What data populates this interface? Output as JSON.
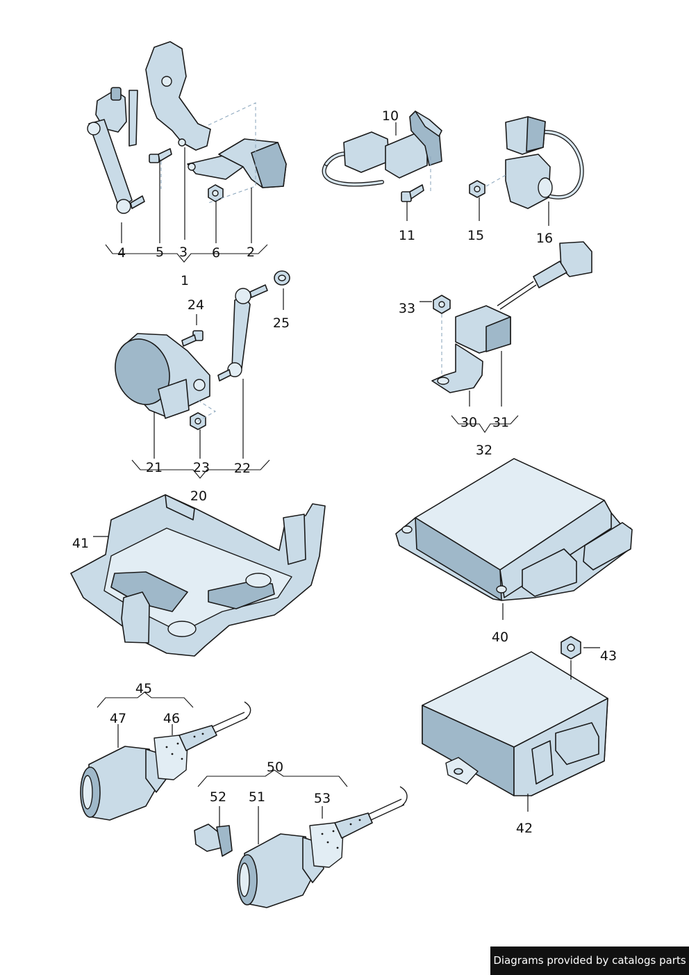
{
  "labels": {
    "l1": "1",
    "l2": "2",
    "l3": "3",
    "l4": "4",
    "l5": "5",
    "l6": "6",
    "l10": "10",
    "l11": "11",
    "l15": "15",
    "l16": "16",
    "l20": "20",
    "l21": "21",
    "l22": "22",
    "l23": "23",
    "l24": "24",
    "l25": "25",
    "l30": "30",
    "l31": "31",
    "l32": "32",
    "l33": "33",
    "l40": "40",
    "l41": "41",
    "l42": "42",
    "l43": "43",
    "l45": "45",
    "l46": "46",
    "l47": "47",
    "l50": "50",
    "l51": "51",
    "l52": "52",
    "l53": "53"
  },
  "footer": {
    "credit": "Diagrams provided by catalogs parts"
  }
}
